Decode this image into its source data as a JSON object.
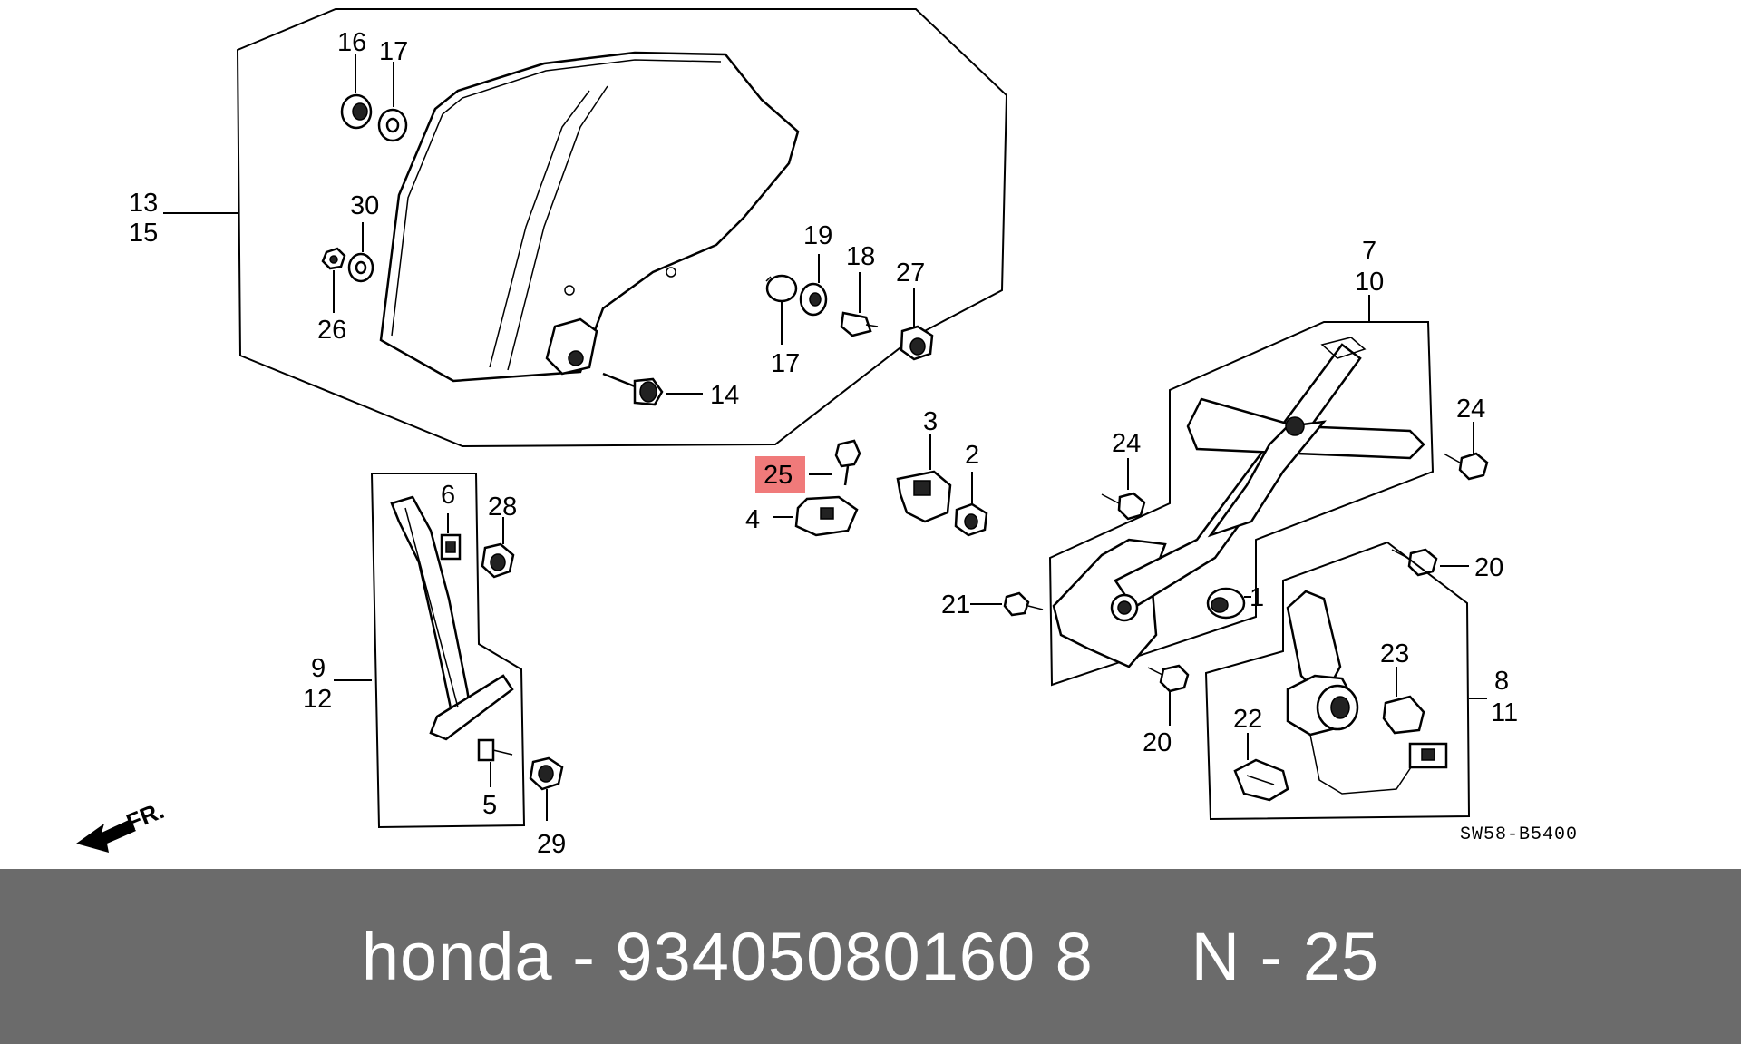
{
  "diagram": {
    "callouts": {
      "c1": "1",
      "c2": "2",
      "c3": "3",
      "c4": "4",
      "c5": "5",
      "c6": "6",
      "c7": "7",
      "c8": "8",
      "c9": "9",
      "c10": "10",
      "c11": "11",
      "c12": "12",
      "c13": "13",
      "c14": "14",
      "c15": "15",
      "c16": "16",
      "c17a": "17",
      "c17b": "17",
      "c18": "18",
      "c19": "19",
      "c20a": "20",
      "c20b": "20",
      "c21": "21",
      "c22": "22",
      "c23": "23",
      "c24a": "24",
      "c24b": "24",
      "c25": "25",
      "c26": "26",
      "c27": "27",
      "c28": "28",
      "c29": "29",
      "c30": "30"
    },
    "highlight_color": "#f07a7a",
    "front_marker": "FR.",
    "diagram_code": "SW58-B5400"
  },
  "footer": {
    "text": "honda - 93405080160 8     N - 25",
    "background": "#6b6b6b"
  }
}
